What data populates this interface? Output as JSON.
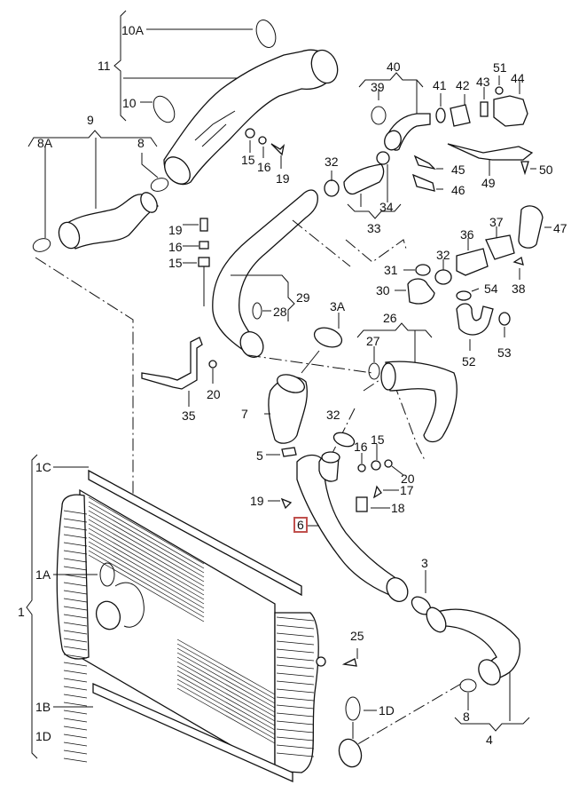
{
  "title": "Charge air system exploded parts diagram",
  "highlight_color": "#c0504d",
  "labels": {
    "l10A": "10A",
    "l11": "11",
    "l10": "10",
    "l9": "9",
    "l8A": "8A",
    "l8a": "8",
    "l15a": "15",
    "l16a": "16",
    "l19a": "19",
    "l19b": "19",
    "l16b": "16",
    "l15b": "15",
    "l32a": "32",
    "l40": "40",
    "l39": "39",
    "l41": "41",
    "l42": "42",
    "l43": "43",
    "l51": "51",
    "l44": "44",
    "l45": "45",
    "l46": "46",
    "l49": "49",
    "l50": "50",
    "l33": "33",
    "l34": "34",
    "l47": "47",
    "l37": "37",
    "l36": "36",
    "l32b": "32",
    "l31": "31",
    "l30": "30",
    "l54": "54",
    "l38": "38",
    "l52": "52",
    "l53": "53",
    "l29": "29",
    "l28": "28",
    "l3A": "3A",
    "l26": "26",
    "l27": "27",
    "l20a": "20",
    "l35": "35",
    "l7": "7",
    "l32c": "32",
    "l16c": "16",
    "l15c": "15",
    "l20b": "20",
    "l5": "5",
    "l17": "17",
    "l19c": "19",
    "l18": "18",
    "l6": "6",
    "l1C": "1C",
    "l1A": "1A",
    "l1": "1",
    "l3": "3",
    "l25": "25",
    "l1B": "1B",
    "l1Db": "1D",
    "l1D": "1D",
    "l8b": "8",
    "l4": "4"
  }
}
